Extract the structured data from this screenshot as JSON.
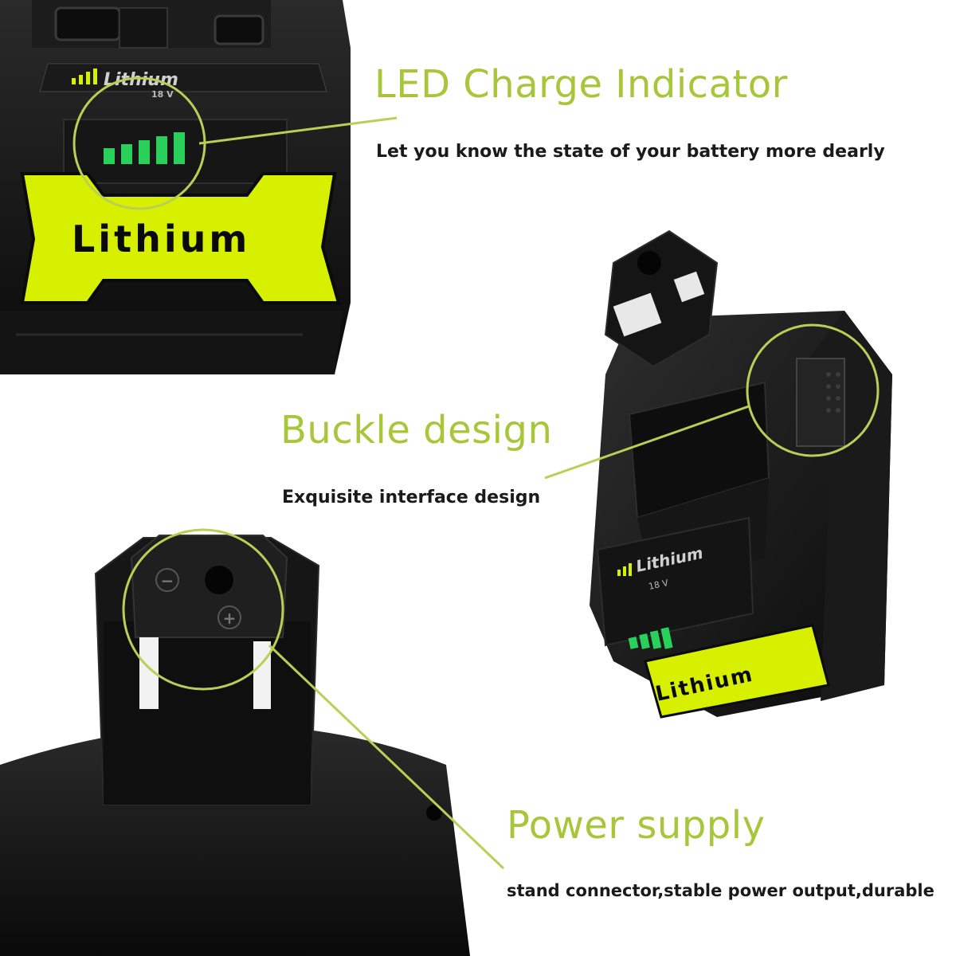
{
  "colors": {
    "accent_text": "#a8c63a",
    "callout_line": "#b9cf55",
    "battery_body": "#111111",
    "label_yellow": "#d7f000",
    "led_green": "#29d05a"
  },
  "icons": {
    "top_battery": "battery-led-closeup",
    "side_battery": "battery-angled-view",
    "bottom_battery": "battery-terminal-closeup"
  },
  "features": {
    "led": {
      "title": "LED Charge Indicator",
      "description": "Let you know the state of your battery more dearly"
    },
    "buckle": {
      "title": "Buckle design",
      "description": "Exquisite interface design"
    },
    "power": {
      "title": "Power supply",
      "description": "stand connector,stable power output,durable"
    }
  },
  "battery_labels": {
    "brand_small": "Lithium",
    "voltage": "18 V",
    "brand_large": "Lithium",
    "terminal_minus": "−",
    "terminal_plus": "+"
  }
}
